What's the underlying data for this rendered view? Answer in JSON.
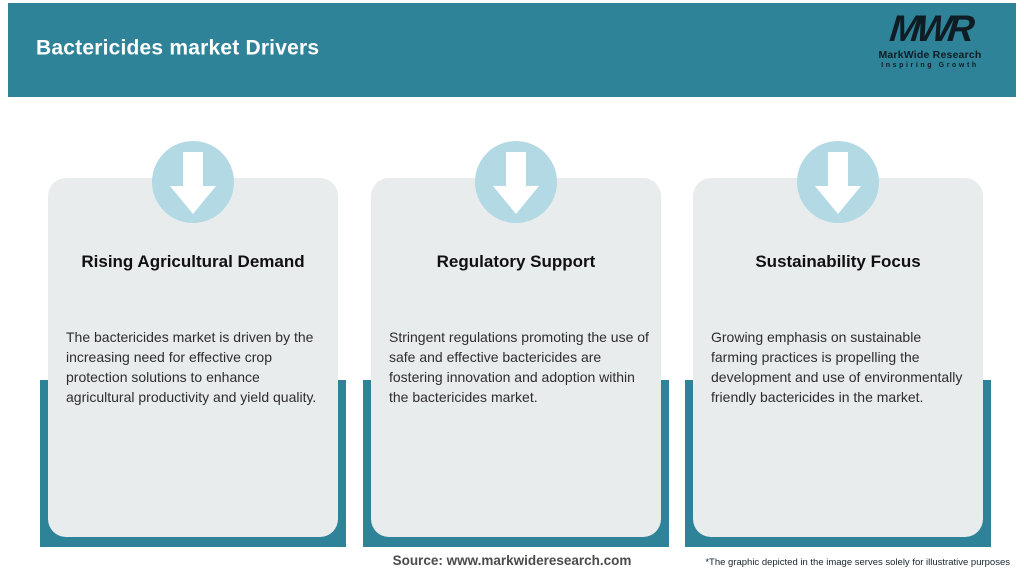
{
  "header": {
    "title": "Bactericides market Drivers",
    "logo": {
      "monogram": "MWR",
      "name": "MarkWide Research",
      "tagline": "Inspiring Growth"
    }
  },
  "cards": [
    {
      "icon": "down-arrow-icon",
      "title": "Rising Agricultural Demand",
      "body": "The bactericides market is driven by the increasing need for effective crop protection solutions to enhance agricultural productivity and yield quality."
    },
    {
      "icon": "down-arrow-icon",
      "title": "Regulatory Support",
      "body": "Stringent regulations promoting the use of safe and effective bactericides are fostering innovation and adoption within the bactericides market."
    },
    {
      "icon": "down-arrow-icon",
      "title": "Sustainability Focus",
      "body": "Growing emphasis on sustainable farming practices is propelling the development and use of environmentally friendly bactericides in the market."
    }
  ],
  "footer": {
    "source": "Source: www.markwideresearch.com",
    "disclaimer": "*The graphic depicted in the image serves solely for illustrative purposes"
  },
  "colors": {
    "header_teal": "#2e8398",
    "backdrop_teal": "#2e8398",
    "circle_blue": "#b2d9e4",
    "card_gray": "#e9eced",
    "logo_dark": "#0e1c24"
  }
}
